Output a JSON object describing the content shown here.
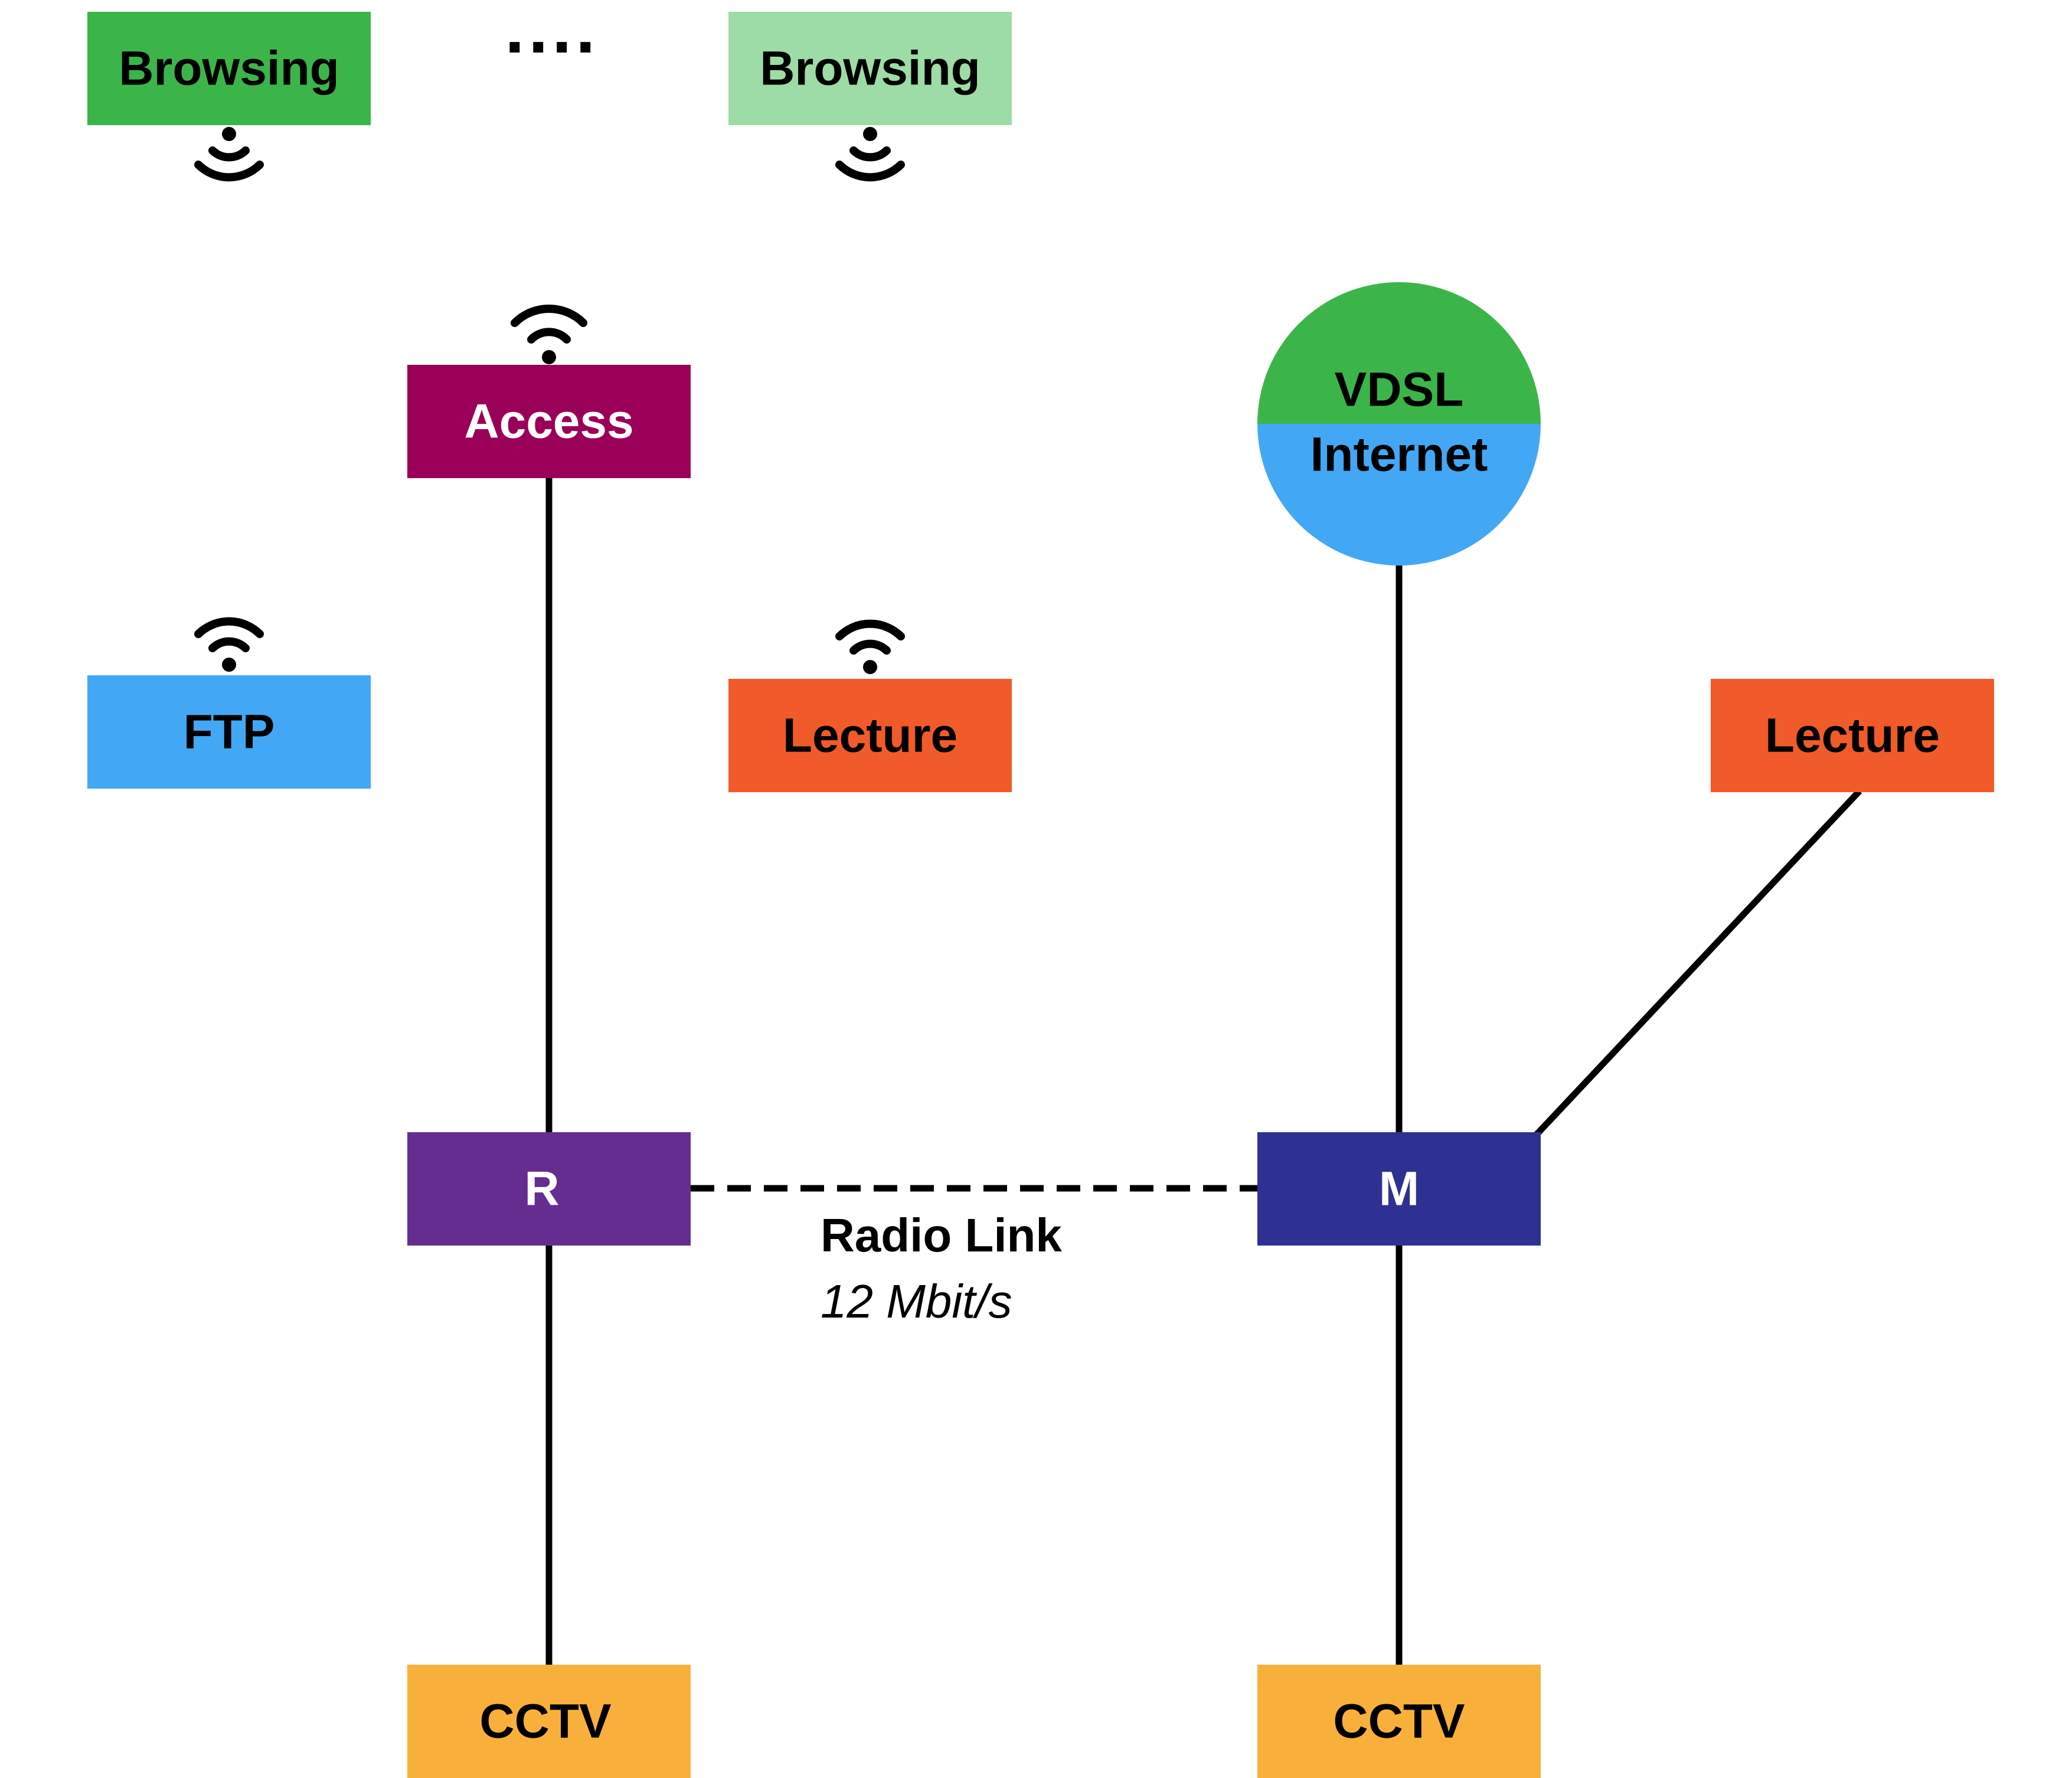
{
  "nodes": {
    "browsing_1": {
      "label": "Browsing",
      "fill": "#3bb54a",
      "text_color": "#000000"
    },
    "browsing_2": {
      "label": "Browsing",
      "fill": "#9ddca6",
      "text_color": "#000000"
    },
    "ellipsis": {
      "label": "····"
    },
    "access": {
      "label": "Access",
      "fill": "#9b0058",
      "text_color": "#ffffff"
    },
    "ftp": {
      "label": "FTP",
      "fill": "#42a8f5",
      "text_color": "#000000"
    },
    "lecture_1": {
      "label": "Lecture",
      "fill": "#f15a29",
      "text_color": "#000000"
    },
    "lecture_2": {
      "label": "Lecture",
      "fill": "#f15a29",
      "text_color": "#000000"
    },
    "r": {
      "label": "R",
      "fill": "#662d91",
      "text_color": "#ffffff"
    },
    "m": {
      "label": "M",
      "fill": "#2e3192",
      "text_color": "#ffffff"
    },
    "cctv_1": {
      "label": "CCTV",
      "fill": "#f9b03b",
      "text_color": "#000000"
    },
    "cctv_2": {
      "label": "CCTV",
      "fill": "#f9b03b",
      "text_color": "#000000"
    },
    "vdsl": {
      "top_label": "VDSL",
      "bottom_label": "Internet",
      "top_fill": "#3bb54a",
      "bottom_fill": "#42a8f5"
    }
  },
  "radio_link": {
    "label": "Radio Link",
    "rate": "12 Mbit/s"
  },
  "icons": {
    "wifi": "wifi-icon"
  }
}
